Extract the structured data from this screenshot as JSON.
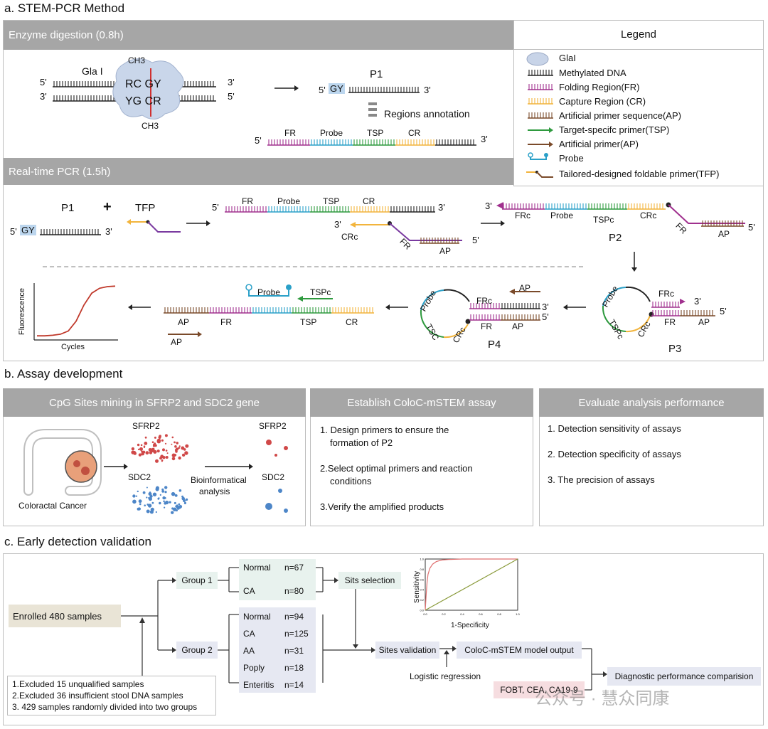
{
  "section_a": {
    "title": "a.  STEM-PCR Method",
    "enzyme_bar": "Enzyme digestion (0.8h)",
    "pcr_bar": "Real-time PCR (1.5h)",
    "gla": "Gla",
    "gla_roman": "I",
    "ch3": "CH3",
    "rc_gy": "RC GY",
    "yg_cr": "YG CR",
    "five_prime": "5'",
    "three_prime": "3'",
    "p1": "P1",
    "p2": "P2",
    "p3": "P3",
    "p4": "P4",
    "gy": "GY",
    "tfp": "TFP",
    "plus": "+",
    "regions_annotation": "Regions annotation",
    "fr": "FR",
    "probe": "Probe",
    "tsp": "TSP",
    "cr": "CR",
    "frc": "FRc",
    "tspc": "TSPc",
    "crc": "CRc",
    "ap": "AP",
    "tsc": "TSC",
    "fluorescence": "Fluorescence",
    "cycles": "Cycles"
  },
  "legend": {
    "title": "Legend",
    "items": [
      {
        "label": "GlaI",
        "kind": "enzyme"
      },
      {
        "label": "Methylated DNA",
        "kind": "strand",
        "color": "#222222"
      },
      {
        "label": "Folding Region(FR)",
        "kind": "strand",
        "color": "#a0308e"
      },
      {
        "label": "Capture Region (CR)",
        "kind": "strand",
        "color": "#f2b43c"
      },
      {
        "label": "Artificial primer sequence(AP)",
        "kind": "strand",
        "color": "#7a4a2a"
      },
      {
        "label": "Target-specifc primer(TSP)",
        "kind": "arrow",
        "color": "#2e9a3e"
      },
      {
        "label": "Artificial primer(AP)",
        "kind": "arrow",
        "color": "#7a4a2a"
      },
      {
        "label": "Probe",
        "kind": "probe",
        "color": "#2aa0c8"
      },
      {
        "label": "Tailored-designed foldable primer(TFP)",
        "kind": "tfp",
        "color": "#7a4a2a"
      }
    ]
  },
  "section_b": {
    "title": "b.  Assay development",
    "col1_header": "CpG Sites mining in SFRP2 and SDC2 gene",
    "col2_header": "Establish ColoC-mSTEM assay",
    "col3_header": "Evaluate analysis performance",
    "sfrp2": "SFRP2",
    "sdc2": "SDC2",
    "bioinfo1": "Bioinformatical",
    "bioinfo2": "analysis",
    "crc": "Coloractal Cancer",
    "col2_steps": [
      "1. Design primers to ensure the",
      "formation of P2",
      "2.Select optimal primers and  reaction",
      "conditions",
      "3.Verify the amplified products"
    ],
    "col3_steps": [
      "1. Detection sensitivity of assays",
      "2. Detection specificity of assays",
      "3. The precision of assays"
    ]
  },
  "section_c": {
    "title": "c.  Early detection validation",
    "enrolled": "Enrolled 480 samples",
    "group1": "Group 1",
    "group2": "Group 2",
    "g1_rows": [
      {
        "name": "Normal",
        "n": "n=67"
      },
      {
        "name": "CA",
        "n": "n=80"
      }
    ],
    "g2_rows": [
      {
        "name": "Normal",
        "n": "n=94"
      },
      {
        "name": "CA",
        "n": "n=125"
      },
      {
        "name": "AA",
        "n": "n=31"
      },
      {
        "name": "Poply",
        "n": "n=18"
      },
      {
        "name": "Enteritis",
        "n": "n=14"
      }
    ],
    "sits_selection": "Sits selection",
    "sites_validation": "Sites validation",
    "model_output": "ColoC-mSTEM model output",
    "logistic": "Logistic  regression",
    "diagnostic": "Diagnostic performance comparision",
    "fobt": "FOBT, CEA, CA19-9",
    "exclusions": [
      "1.Excluded 15 unqualified samples",
      "2.Excluded 36 insufficient stool DNA samples",
      "3. 429 samples randomly divided into two groups"
    ],
    "roc_ylabel": "Sensitivity",
    "roc_xlabel": "1-Specificity",
    "watermark": "公众号 · 慧众同康"
  },
  "chart_data": [
    {
      "type": "line",
      "title": "",
      "xlabel": "Cycles",
      "ylabel": "Fluorescence",
      "x": [
        0,
        1,
        2,
        3,
        4,
        5,
        6,
        7,
        8,
        9,
        10
      ],
      "series": [
        {
          "values": [
            0.05,
            0.05,
            0.06,
            0.08,
            0.14,
            0.32,
            0.62,
            0.84,
            0.93,
            0.96,
            0.97
          ]
        }
      ],
      "color": "#c0392b",
      "grid": false
    },
    {
      "type": "line",
      "title": "",
      "xlabel": "1-Specificity",
      "ylabel": "Sensitivity",
      "xlim": [
        0,
        1
      ],
      "ylim": [
        0,
        1
      ],
      "x_ticks": [
        "0.0",
        "0.2",
        "0.4",
        "0.6",
        "0.8",
        "1.0"
      ],
      "y_ticks": [
        "0.0",
        "0.2",
        "0.4",
        "0.6",
        "0.8",
        "1.0"
      ],
      "series": [
        {
          "x": [
            0,
            0.01,
            0.02,
            0.03,
            0.05,
            0.08,
            0.12,
            0.18,
            0.25,
            0.4,
            0.6,
            0.8,
            1.0
          ],
          "values": [
            0,
            0.3,
            0.55,
            0.7,
            0.82,
            0.9,
            0.95,
            0.98,
            0.99,
            1.0,
            1.0,
            1.0,
            1.0
          ],
          "color": "#e07070"
        },
        {
          "x": [
            0,
            1
          ],
          "values": [
            0,
            1
          ],
          "color": "#8a9a3a"
        }
      ],
      "grid": false
    }
  ]
}
